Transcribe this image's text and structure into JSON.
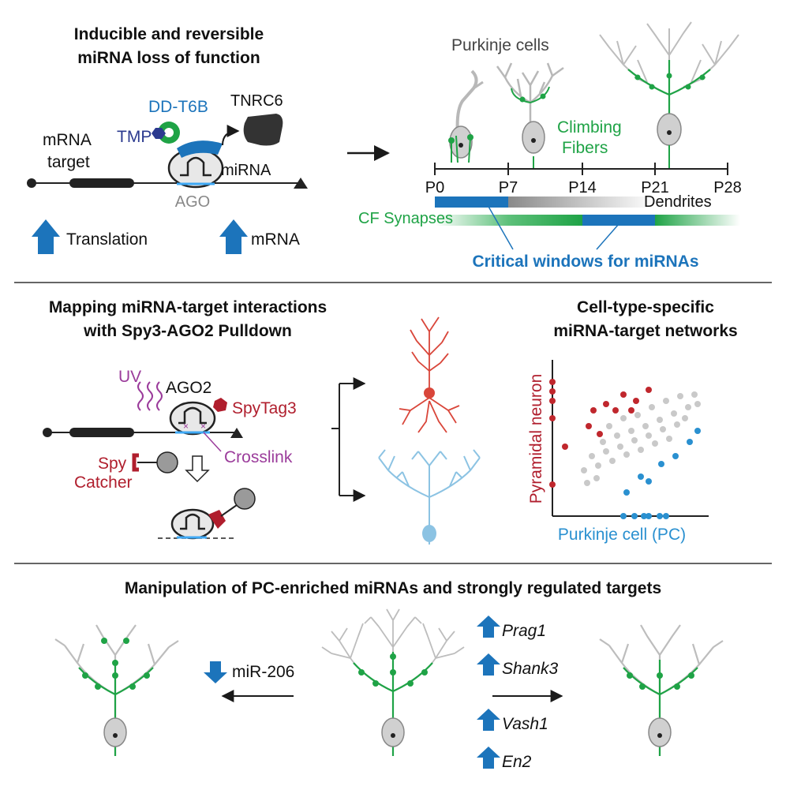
{
  "colors": {
    "blue": "#1c74bb",
    "green": "#1fa346",
    "red": "#b01e2d",
    "purple": "#9b3c9b",
    "navy": "#2b3a8f",
    "grey": "#b8b8b8",
    "dark": "#1a1a1a",
    "scatter_red": "#c0272d",
    "scatter_blue": "#2a90d0",
    "scatter_grey": "#c9c9c9",
    "neuron_red": "#d9463a",
    "neuron_blue": "#8cc3e3"
  },
  "panel1": {
    "title_line1": "Inducible and reversible",
    "title_line2": "miRNA loss of function",
    "dd_t6b": "DD-T6B",
    "tnrc6": "TNRC6",
    "tmp": "TMP",
    "mrna_target_line1": "mRNA",
    "mrna_target_line2": "target",
    "mirna": "miRNA",
    "ago": "AGO",
    "translation": "Translation",
    "mrna": "mRNA"
  },
  "panel2": {
    "purkinje_cells": "Purkinje cells",
    "climbing_line1": "Climbing",
    "climbing_line2": "Fibers",
    "timeline_ticks": [
      "P0",
      "P7",
      "P14",
      "P21",
      "P28"
    ],
    "dendrites": "Dendrites",
    "cf_synapses": "CF Synapses",
    "critical_windows": "Critical windows for miRNAs"
  },
  "panel3": {
    "title_line1": "Mapping miRNA-target interactions",
    "title_line2": "with Spy3-AGO2 Pulldown",
    "uv": "UV",
    "ago2": "AGO2",
    "spytag3": "SpyTag3",
    "crosslink": "Crosslink",
    "spy": "Spy",
    "catcher": "Catcher"
  },
  "panel4": {
    "title_line1": "Cell-type-specific",
    "title_line2": "miRNA-target networks",
    "ylabel": "Pyramidal neuron",
    "xlabel": "Purkinje cell (PC)"
  },
  "panel5": {
    "title": "Manipulation of PC-enriched miRNAs and strongly regulated targets",
    "mir206": "miR-206",
    "targets": [
      "Prag1",
      "Shank3",
      "Vash1",
      "En2"
    ]
  }
}
